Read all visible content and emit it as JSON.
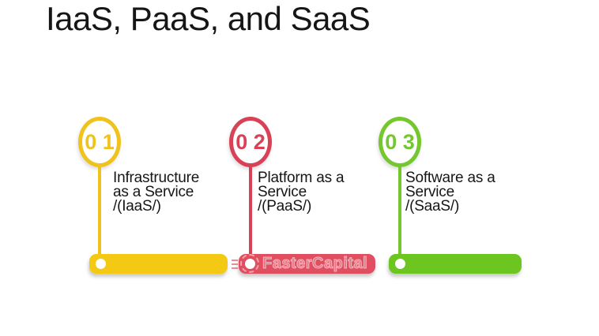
{
  "title": "IaaS, PaaS, and SaaS",
  "watermark": {
    "text": "FasterCapital"
  },
  "colors": {
    "background": "#FFFFFF",
    "text": "#161616",
    "item1_accent": "#EFC31B",
    "item1_bar": "#F4C914",
    "item2_accent": "#D84156",
    "item2_bar": "#E04E60",
    "item3_accent": "#74C72E",
    "item3_bar": "#6CC61F"
  },
  "items": [
    {
      "number": "0 1",
      "label_lines": [
        "Infrastructure",
        "as a Service",
        "/(IaaS/)"
      ]
    },
    {
      "number": "0 2",
      "label_lines": [
        "Platform as a",
        "Service",
        "/(PaaS/)"
      ]
    },
    {
      "number": "0 3",
      "label_lines": [
        "Software as a",
        "Service",
        "/(SaaS/)"
      ]
    }
  ]
}
